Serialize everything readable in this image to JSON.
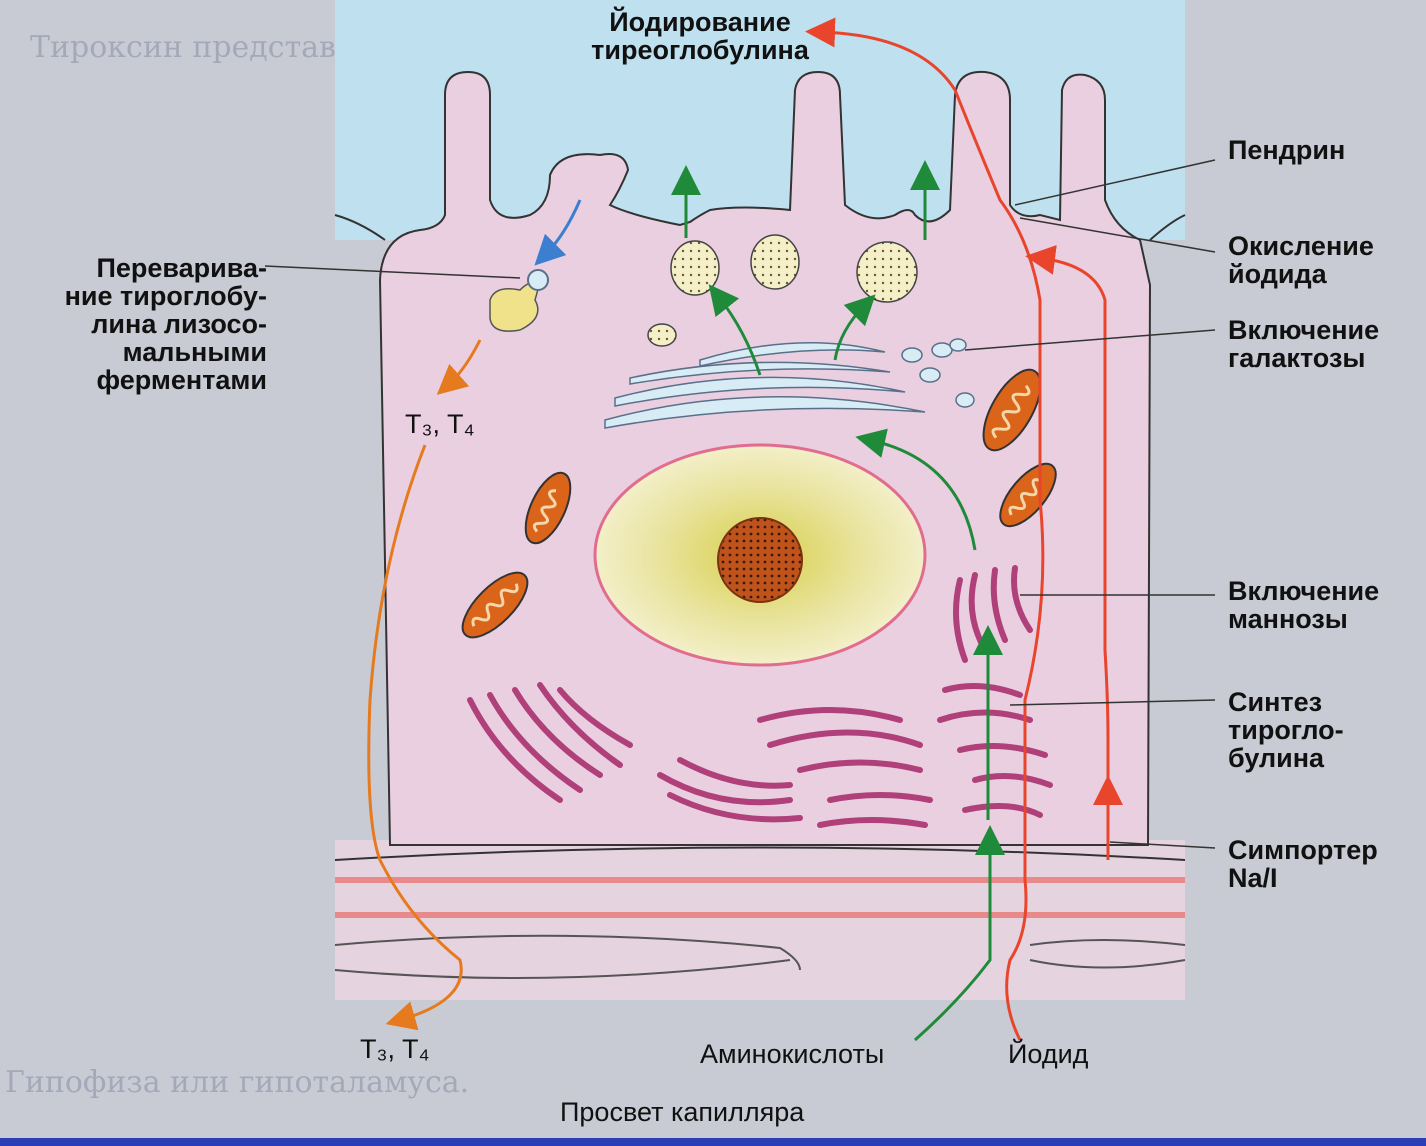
{
  "labels": {
    "iodination": [
      "Йодирование",
      "тиреоглобулина"
    ],
    "pendrin": "Пендрин",
    "iodide_oxidation": [
      "Окисление",
      "йодида"
    ],
    "galactose": [
      "Включение",
      "галактозы"
    ],
    "digestion": [
      "Перевари­ва-",
      "ние тирогло­бу-",
      "лина лизосо-",
      "мальными",
      "ферментами"
    ],
    "t3t4_upper": "T₃, T₄",
    "t3t4_lower": "T₃, T₄",
    "mannose": [
      "Включение",
      "маннозы"
    ],
    "synthesis": [
      "Синтез",
      "тирогло-",
      "булина"
    ],
    "symporter": [
      "Симпортер",
      "Na/I"
    ],
    "amino_acids": "Аминокислоты",
    "iodide": "Йодид",
    "capillary_lumen": "Просвет капилляра"
  },
  "colors": {
    "cytoplasm": "#e9cfe0",
    "colloid_bg": "#bfe0ef",
    "red_arrow": "#e8452c",
    "green_arrow": "#1f8a3a",
    "orange_arrow": "#e67a1e",
    "mitochondria": "#d9641a",
    "rough_er": "#b0407a",
    "nucleus": "#e6e08a",
    "nucleolus": "#c0531c"
  }
}
